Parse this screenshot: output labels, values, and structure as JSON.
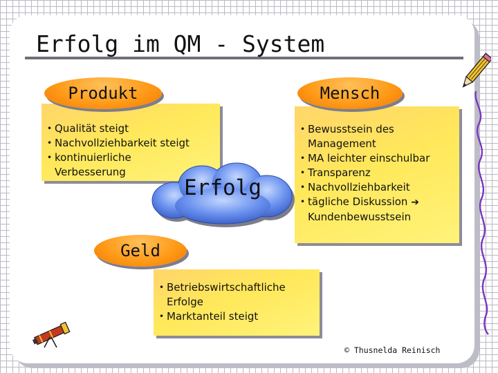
{
  "title": "Erfolg im QM - System",
  "produkt": {
    "label": "Produkt",
    "items": [
      "Qualität steigt",
      "Nachvollziehbarkeit steigt",
      "kontinuierliche\nVerbesserung"
    ]
  },
  "mensch": {
    "label": "Mensch",
    "items": [
      "Bewusstsein des\nManagement",
      "MA leichter einschulbar",
      "Transparenz",
      "Nachvollziehbarkeit"
    ],
    "last_item": "tägliche Diskussion",
    "last_item_cont": "Kundenbewusstsein"
  },
  "center": {
    "label": "Erfolg"
  },
  "geld": {
    "label": "Geld",
    "items": [
      "Betriebswirtschaftliche\nErfolge",
      "Marktanteil steigt"
    ]
  },
  "copyright": "© Thusnelda Reinisch",
  "colors": {
    "pill": "#ff9a18",
    "note": "#ffe85a",
    "cloud": "#5d86e8"
  },
  "icons": [
    "pencil-icon",
    "telescope-icon",
    "arrow-right-icon"
  ]
}
